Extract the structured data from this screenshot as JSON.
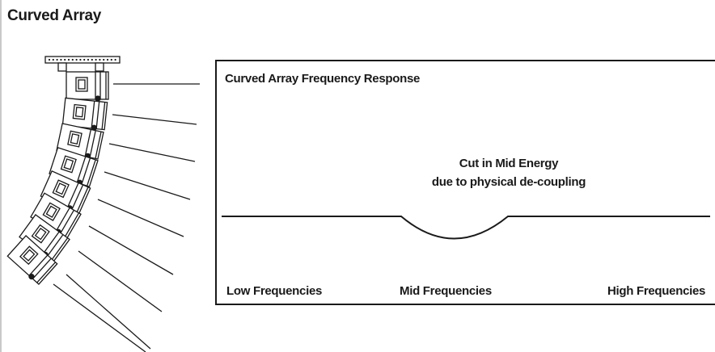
{
  "page": {
    "title": "Curved Array"
  },
  "diagram": {
    "panel_title": "Curved Array Frequency Response",
    "annotation": [
      "Cut in Mid Energy",
      "due to physical de-coupling"
    ],
    "band_labels": [
      "Low Frequencies",
      "Mid Frequencies",
      "High Frequencies"
    ]
  }
}
